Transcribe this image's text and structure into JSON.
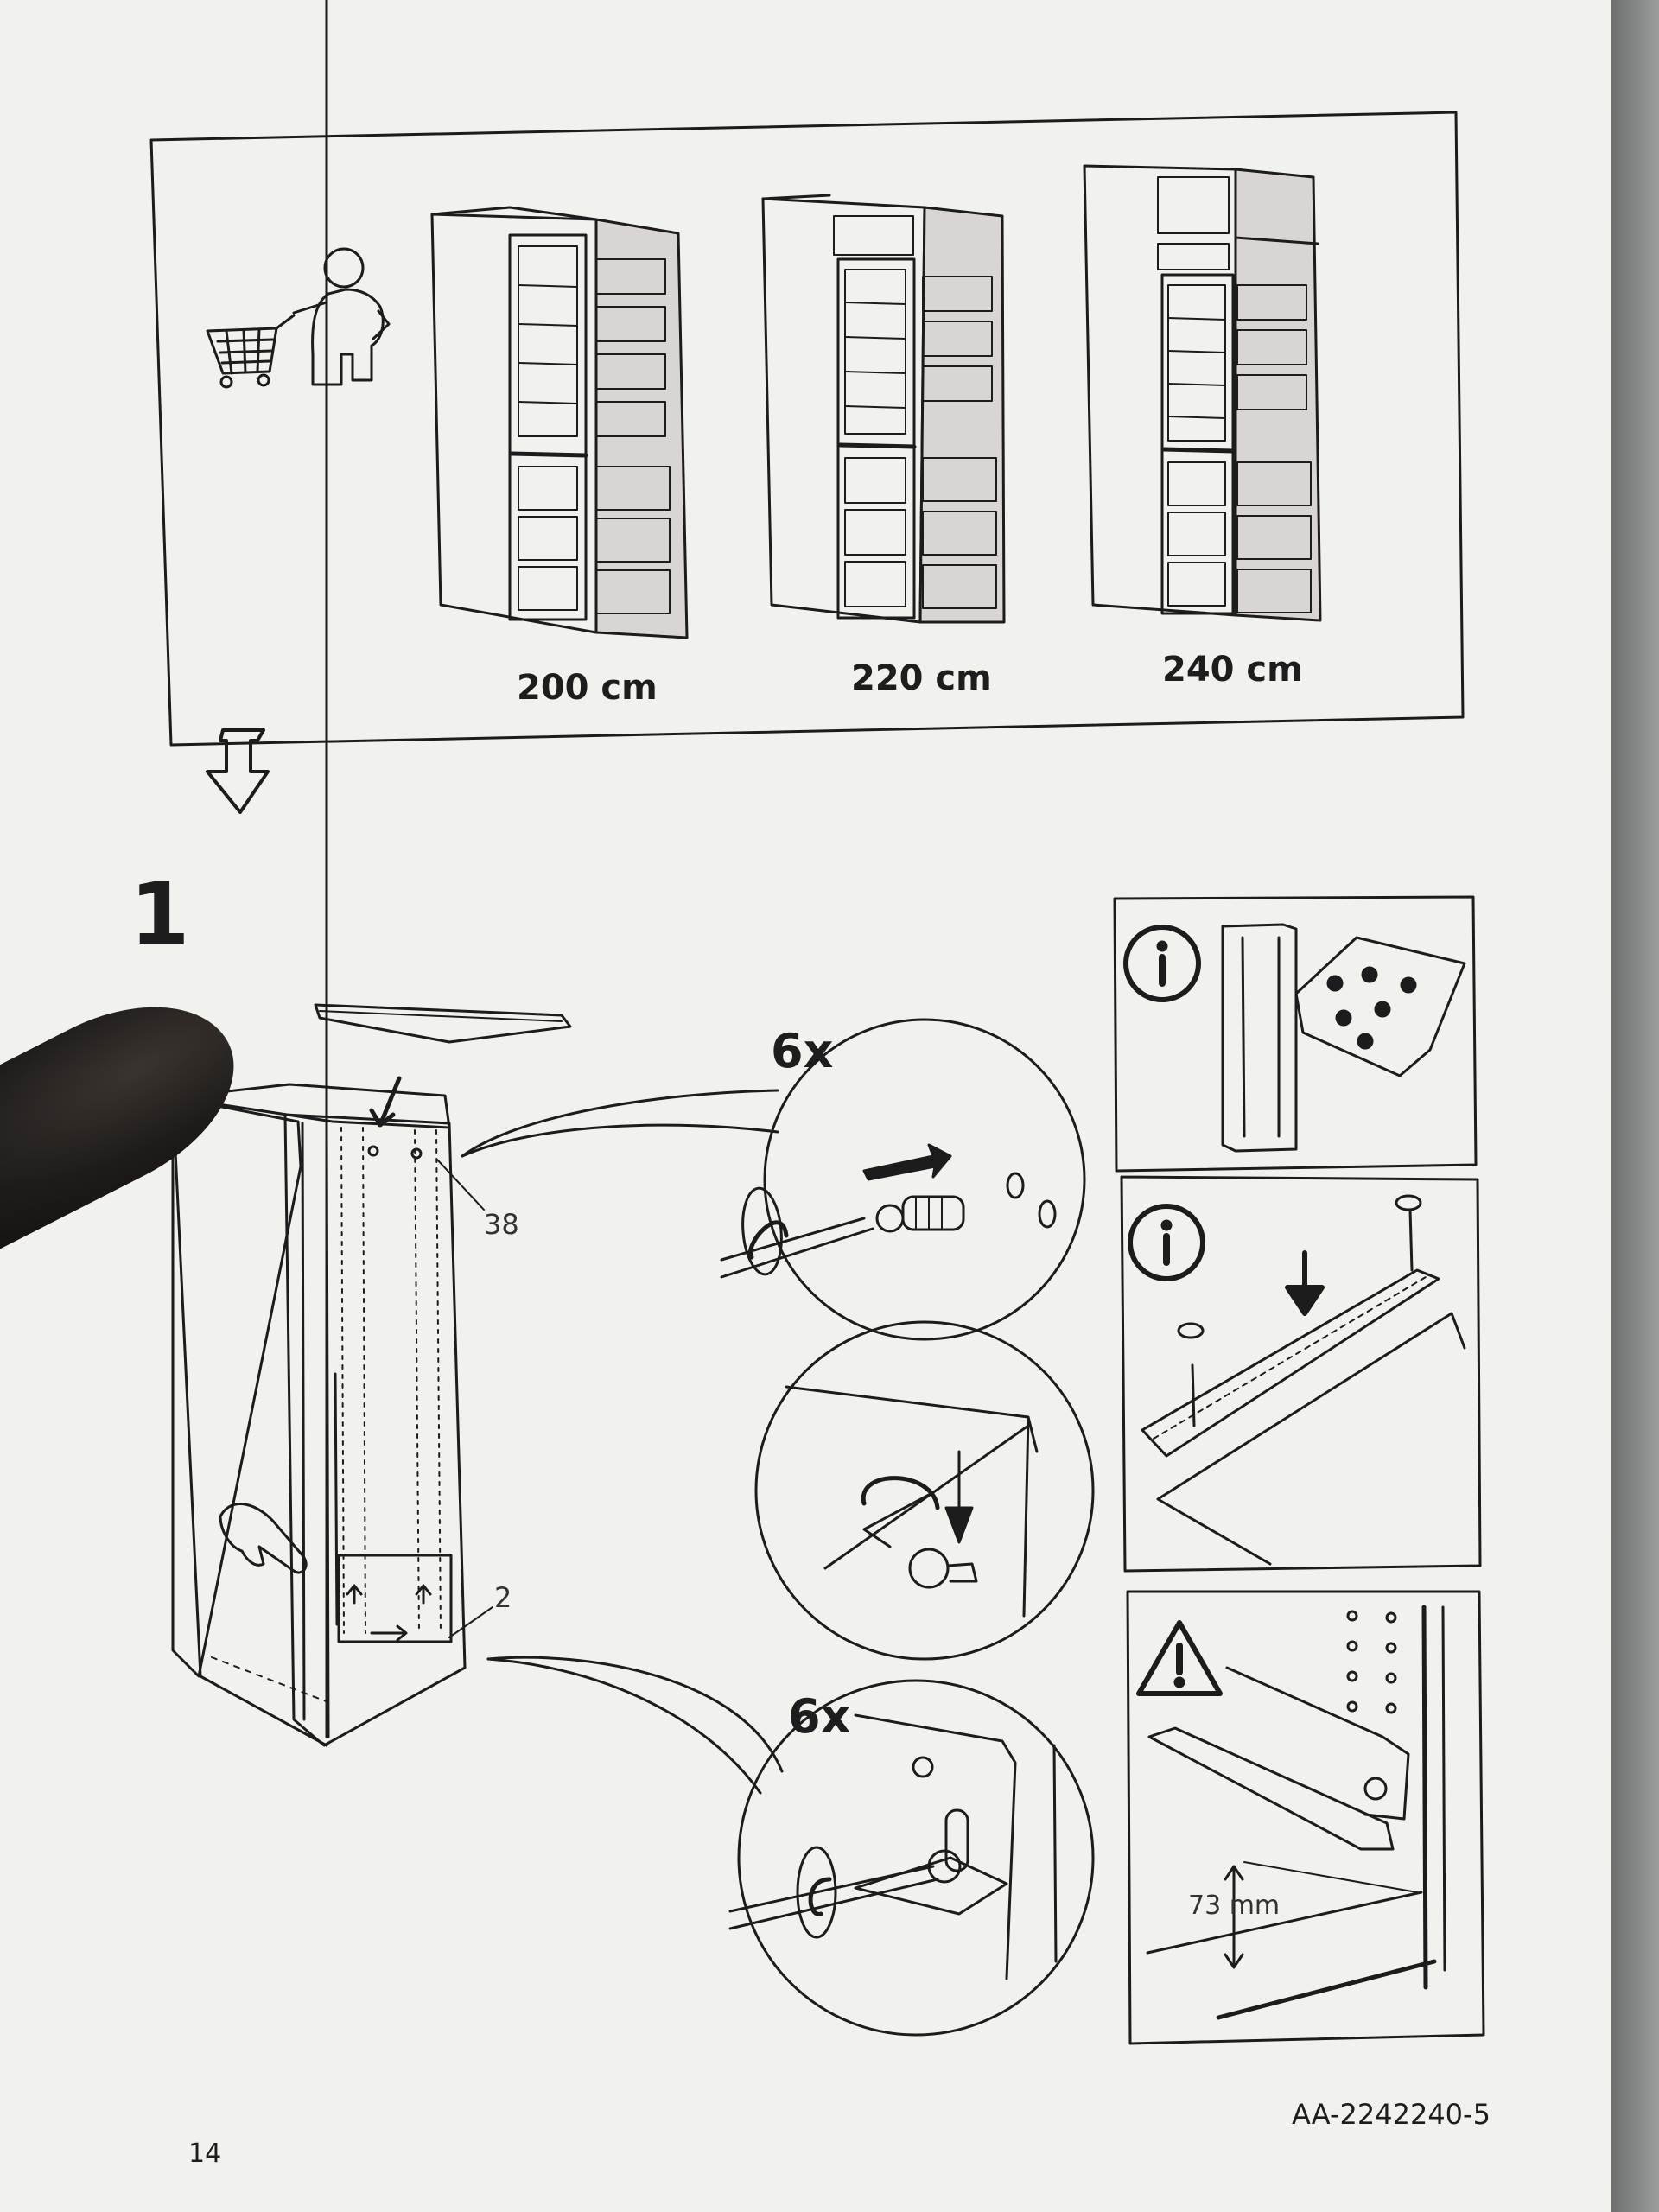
{
  "page": {
    "heights": [
      {
        "label": "200 cm"
      },
      {
        "label": "220 cm"
      },
      {
        "label": "240 cm"
      }
    ],
    "step": {
      "number": "1",
      "callouts": [
        "38",
        "2"
      ],
      "counts": [
        "6x",
        "6x"
      ],
      "measurement": "73 mm"
    },
    "info_panels": [
      {
        "icon": "info-icon"
      },
      {
        "icon": "info-icon"
      },
      {
        "icon": "warning-icon"
      }
    ],
    "footer": {
      "page_number": "14",
      "doc_code": "AA-2242240-5"
    }
  }
}
